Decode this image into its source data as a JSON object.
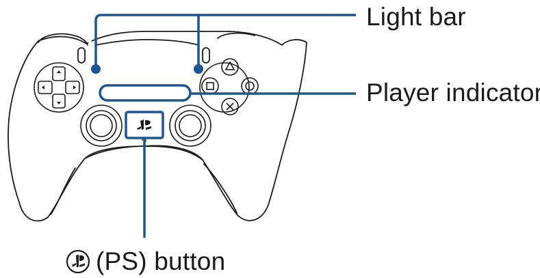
{
  "labels": {
    "light_bar": "Light bar",
    "player_indicator": "Player indicator",
    "ps_button": "(PS) button"
  },
  "icons": {
    "ps_logo": "playstation-logo-icon",
    "circle": "circle-icon",
    "triangle": "triangle-icon",
    "square": "square-icon",
    "cross": "cross-icon"
  },
  "colors": {
    "callout": "#1a5597",
    "outline": "#1a1a1a",
    "background": "#ffffff"
  }
}
